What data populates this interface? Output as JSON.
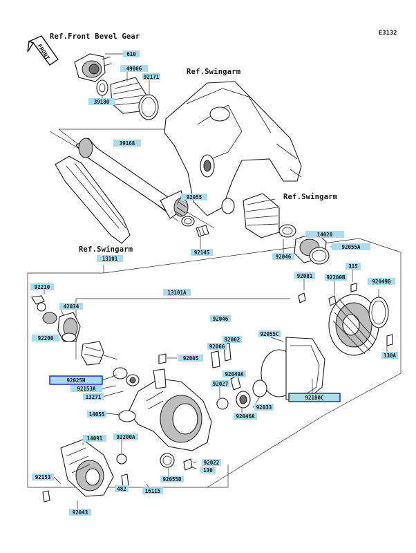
{
  "diagram_id": "E3132",
  "refs": {
    "front_bevel_gear": "Ref.Front Bevel Gear",
    "swingarm_top": "Ref.Swingarm",
    "swingarm_mid": "Ref.Swingarm",
    "swingarm_left": "Ref.Swingarm"
  },
  "front_arrow": "FRONT",
  "parts": [
    {
      "code": "610"
    },
    {
      "code": "49006"
    },
    {
      "code": "92171"
    },
    {
      "code": "39180"
    },
    {
      "code": "39168"
    },
    {
      "code": "92055"
    },
    {
      "code": "92145"
    },
    {
      "code": "14020"
    },
    {
      "code": "92055A"
    },
    {
      "code": "92046"
    },
    {
      "code": "315"
    },
    {
      "code": "92081"
    },
    {
      "code": "92200B"
    },
    {
      "code": "92049B"
    },
    {
      "code": "13101"
    },
    {
      "code": "92210"
    },
    {
      "code": "13101A"
    },
    {
      "code": "42034"
    },
    {
      "code": "92200"
    },
    {
      "code": "92002"
    },
    {
      "code": "92066"
    },
    {
      "code": "92055C"
    },
    {
      "code": "92046"
    },
    {
      "code": "92005"
    },
    {
      "code": "130A"
    },
    {
      "code": "92025H"
    },
    {
      "code": "92049A"
    },
    {
      "code": "92153A"
    },
    {
      "code": "92027"
    },
    {
      "code": "13271"
    },
    {
      "code": "92033"
    },
    {
      "code": "92180C"
    },
    {
      "code": "14055"
    },
    {
      "code": "92046A"
    },
    {
      "code": "14091"
    },
    {
      "code": "92200A"
    },
    {
      "code": "92022"
    },
    {
      "code": "92055D"
    },
    {
      "code": "130"
    },
    {
      "code": "92153"
    },
    {
      "code": "482"
    },
    {
      "code": "16115"
    },
    {
      "code": "92043"
    }
  ],
  "colors": {
    "label_fill": "#a9dcef",
    "selected_border": "#1f2ad6"
  }
}
